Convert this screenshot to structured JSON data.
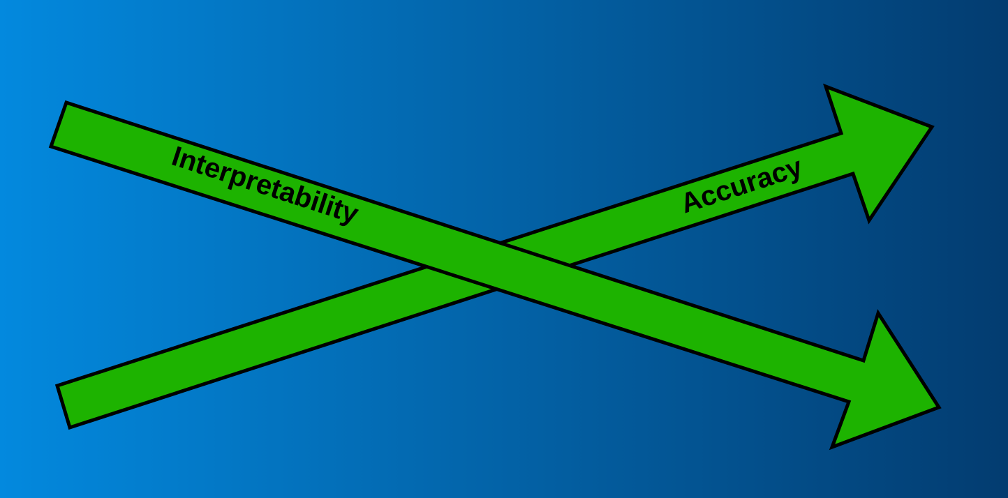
{
  "diagram": {
    "background": {
      "color_left": "#0389de",
      "color_right": "#033c70"
    },
    "arrow_fill_color": "#1db300",
    "arrow_outline_color": "#000000",
    "arrows": [
      {
        "label": "Accuracy",
        "direction": "up-right"
      },
      {
        "label": "Interpretability",
        "direction": "down-right"
      }
    ]
  }
}
